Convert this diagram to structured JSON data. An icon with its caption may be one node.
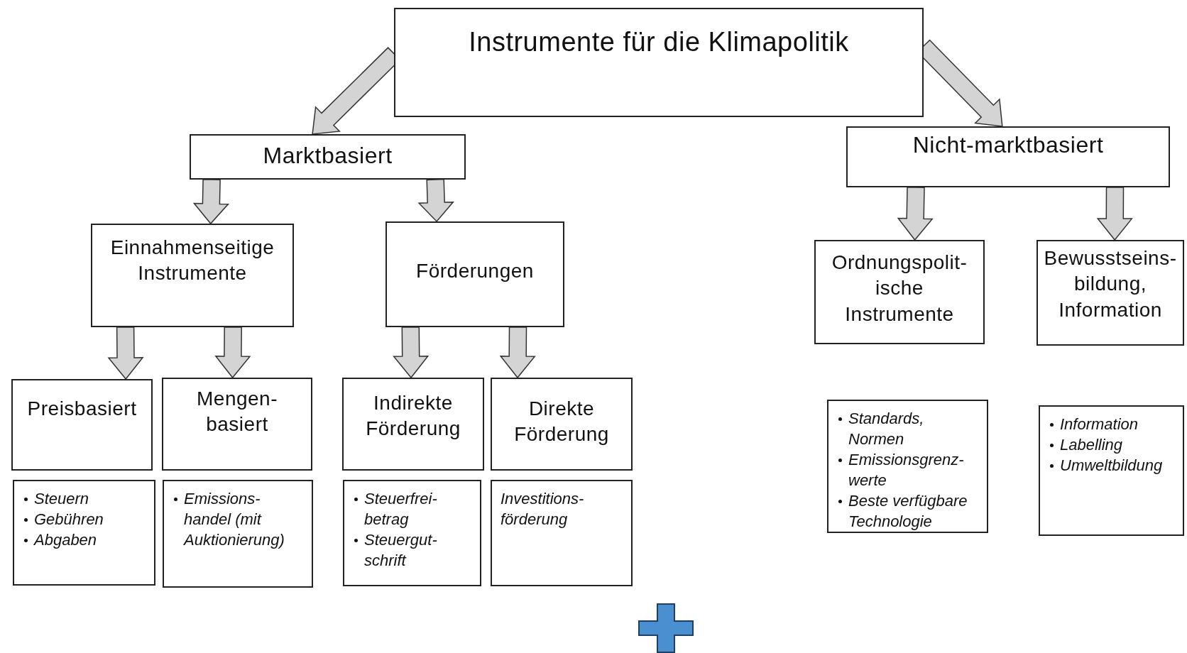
{
  "diagram": {
    "nodes": [
      {
        "text": [
          "Instrumente für die Klimapolitik"
        ]
      },
      {
        "text": [
          "Marktbasiert"
        ]
      },
      {
        "text": [
          "Nicht-marktbasiert"
        ]
      },
      {
        "text": [
          "Einnahmenseitige Instrumente"
        ]
      },
      {
        "text": [
          "Förderungen"
        ]
      },
      {
        "text": [
          "Ordnungspolit- ische Instrumente"
        ]
      },
      {
        "text": [
          "Bewusstseins- bildung, Information"
        ]
      },
      {
        "text": [
          "Preisbasiert"
        ]
      },
      {
        "text": [
          "Mengen- basiert"
        ]
      },
      {
        "text": [
          "Indirekte Förderung"
        ]
      },
      {
        "text": [
          "Direkte Förderung"
        ]
      },
      {
        "text": [
          "Steuern",
          "Gebühren",
          "Abgaben"
        ]
      },
      {
        "text": [
          "Emissions- handel (mit Auktionierung)"
        ]
      },
      {
        "text": [
          "Steuerfrei- betrag",
          "Steuergut- schrift"
        ]
      },
      {
        "text": [
          "Investitions- förderung"
        ]
      },
      {
        "text": [
          "Standards, Normen",
          "Emissionsgrenz- werte",
          "Beste verfügbare Technologie"
        ]
      },
      {
        "text": [
          "Information",
          "Labelling",
          "Umweltbildung"
        ]
      }
    ],
    "edges": [
      {
        "from": 0,
        "to": 1,
        "arrow": "to"
      },
      {
        "from": 0,
        "to": 2,
        "arrow": "to"
      },
      {
        "from": 1,
        "to": 3,
        "arrow": "to"
      },
      {
        "from": 1,
        "to": 4,
        "arrow": "to"
      },
      {
        "from": 2,
        "to": 5,
        "arrow": "to"
      },
      {
        "from": 2,
        "to": 6,
        "arrow": "to"
      },
      {
        "from": 3,
        "to": 7,
        "arrow": "to"
      },
      {
        "from": 3,
        "to": 8,
        "arrow": "to"
      },
      {
        "from": 4,
        "to": 9,
        "arrow": "to"
      },
      {
        "from": 4,
        "to": 10,
        "arrow": "to"
      }
    ]
  }
}
